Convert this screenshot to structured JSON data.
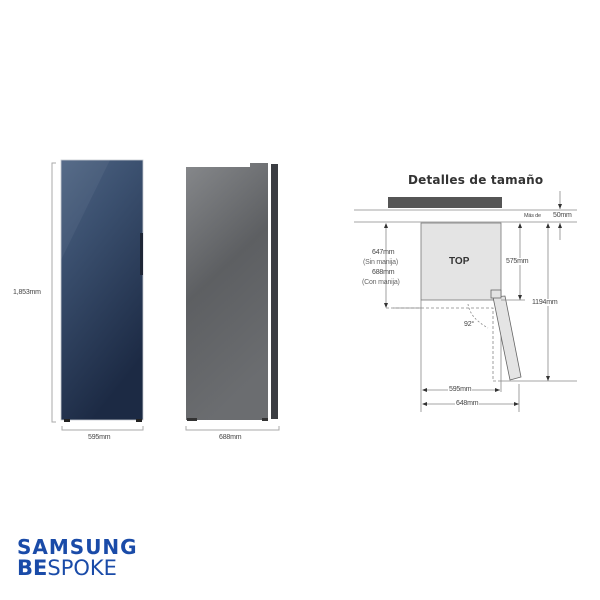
{
  "front_view": {
    "height_label": "1,853mm",
    "width_label": "595mm",
    "door_color": "#2b3d5c"
  },
  "side_view": {
    "depth_label": "688mm",
    "body_color": "#5e5f62"
  },
  "size_details": {
    "title": "Detalles de tamaño",
    "top_label": "TOP",
    "clearance_prefix": "Más de",
    "clearance_value": "50mm",
    "depth_no_handle": "647mm",
    "depth_no_handle_note": "(Sin manija)",
    "depth_with_handle": "688mm",
    "depth_with_handle_note": "(Con manija)",
    "body_depth": "575mm",
    "open_door_depth": "1194mm",
    "door_angle": "92°",
    "width_body": "595mm",
    "width_open": "648mm"
  },
  "logo": {
    "brand": "SAMSUNG",
    "line_bold": "BE",
    "line_light": "SPOKE",
    "color": "#1a4ba8"
  }
}
